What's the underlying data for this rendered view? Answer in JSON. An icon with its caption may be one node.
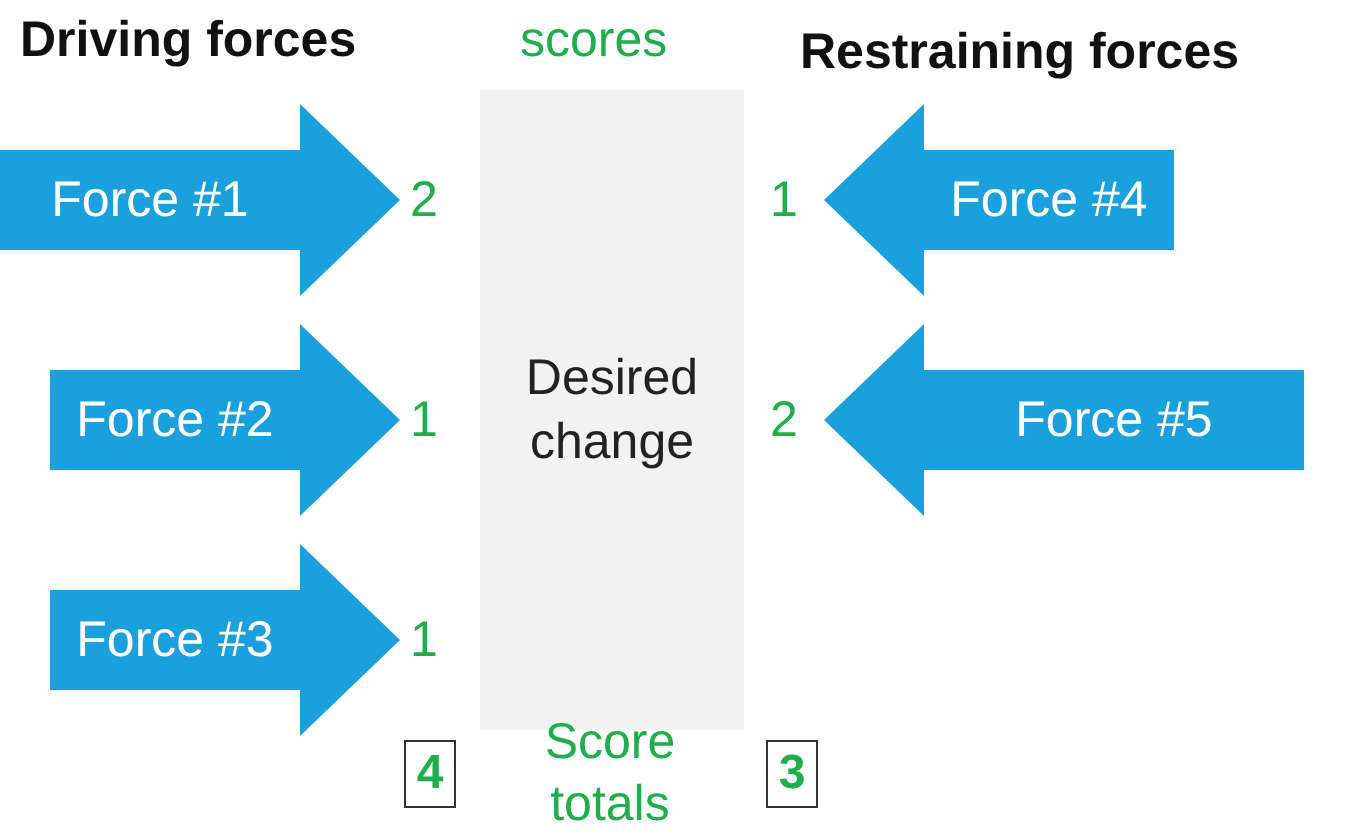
{
  "diagram": {
    "nodes": [
      {
        "text": [
          "Desired change"
        ]
      },
      {
        "text": [
          "Force #1"
        ],
        "beside": [
          "2"
        ]
      },
      {
        "text": [
          "Force #2"
        ],
        "beside": [
          "1"
        ]
      },
      {
        "text": [
          "Force #3"
        ],
        "beside": [
          "1"
        ]
      },
      {
        "text": [
          "Force #4"
        ],
        "beside": [
          "1"
        ]
      },
      {
        "text": [
          "Force #5"
        ],
        "beside": [
          "2"
        ]
      },
      {
        "text": [
          "4"
        ]
      },
      {
        "text": [
          "3"
        ]
      }
    ],
    "labels": [
      "Driving forces",
      "scores",
      "Restraining forces",
      "Score totals"
    ]
  }
}
